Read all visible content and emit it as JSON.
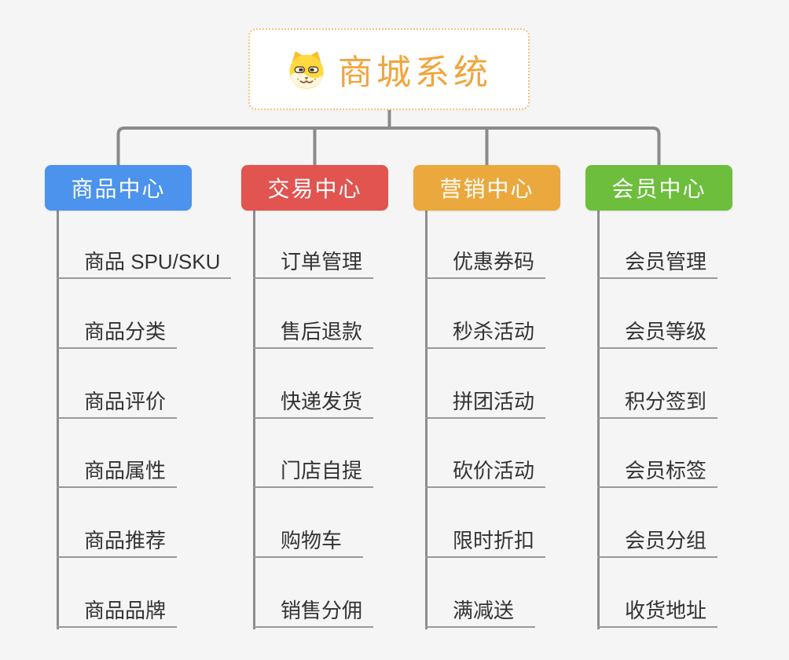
{
  "root": {
    "label": "商城系统",
    "icon": "dog-face",
    "text_color": "#F2A53C",
    "border_color": "#F2C37E"
  },
  "branches": [
    {
      "label": "商品中心",
      "color": "#4B93EC",
      "items": [
        "商品 SPU/SKU",
        "商品分类",
        "商品评价",
        "商品属性",
        "商品推荐",
        "商品品牌"
      ]
    },
    {
      "label": "交易中心",
      "color": "#E15450",
      "items": [
        "订单管理",
        "售后退款",
        "快递发货",
        "门店自提",
        "购物车",
        "销售分佣"
      ]
    },
    {
      "label": "营销中心",
      "color": "#EBA83C",
      "items": [
        "优惠券码",
        "秒杀活动",
        "拼团活动",
        "砍价活动",
        "限时折扣",
        "满减送"
      ]
    },
    {
      "label": "会员中心",
      "color": "#6CBE3C",
      "items": [
        "会员管理",
        "会员等级",
        "积分签到",
        "会员标签",
        "会员分组",
        "收货地址"
      ]
    }
  ],
  "colors": {
    "background": "#F5F5F5",
    "connector": "#8A8A8A",
    "trunk": "#8C8C8C",
    "underline": "#999999",
    "item_text": "#333333"
  }
}
